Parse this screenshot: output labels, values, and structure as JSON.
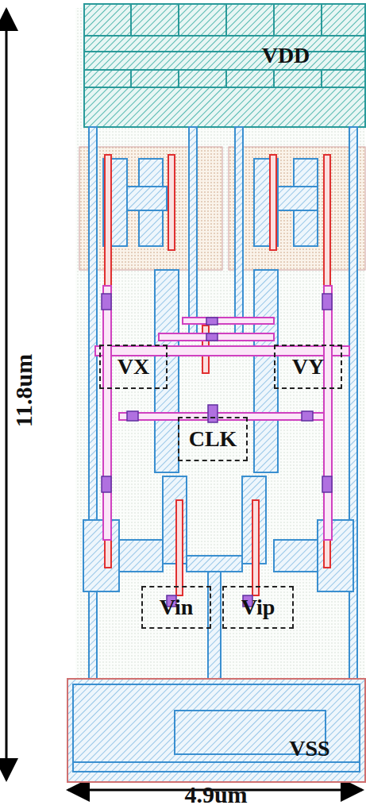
{
  "diagram": {
    "nodes": [
      {
        "text": [
          "VDD"
        ]
      },
      {
        "text": [
          "VX"
        ]
      },
      {
        "text": [
          "VY"
        ]
      },
      {
        "text": [
          "CLK"
        ]
      },
      {
        "text": [
          "Vin"
        ]
      },
      {
        "text": [
          "Vip"
        ]
      },
      {
        "text": [
          "VSS"
        ]
      }
    ],
    "labels": [
      "11.8um",
      "4.9um"
    ]
  }
}
